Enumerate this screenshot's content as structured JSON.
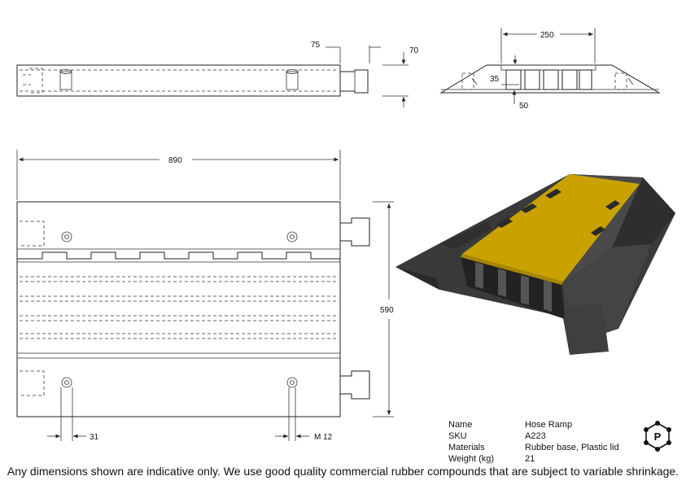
{
  "dimensions": {
    "d75": "75",
    "d70": "70",
    "d250": "250",
    "d35": "35",
    "d50": "50",
    "d890": "890",
    "d590": "590",
    "d31": "31",
    "dM12": "M 12"
  },
  "specs": {
    "rows": [
      {
        "key": "Name",
        "value": "Hose Ramp"
      },
      {
        "key": "SKU",
        "value": "A223"
      },
      {
        "key": "Materials",
        "value": "Rubber base, Plastic lid"
      },
      {
        "key": "Weight (kg)",
        "value": "21"
      }
    ]
  },
  "logo": {
    "letter": "P"
  },
  "disclaimer": "Any dimensions shown are indicative only. We use good quality commercial rubber compounds that are subject to variable shrinkage.",
  "colors": {
    "lid": "#c9a200",
    "base": "#3a3a3a",
    "outline": "#222222"
  }
}
